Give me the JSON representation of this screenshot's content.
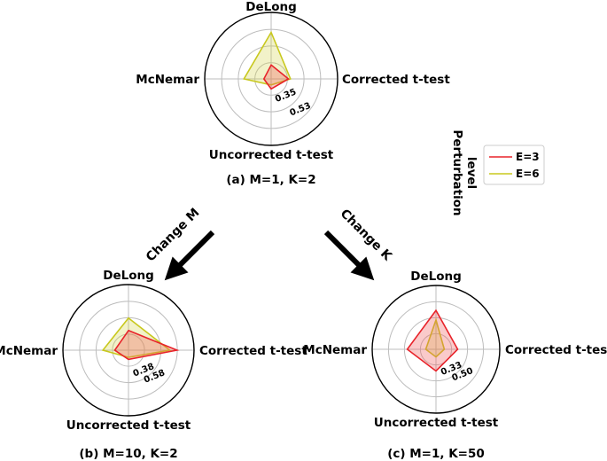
{
  "chart_data": [
    {
      "type": "radar",
      "caption": "(a) M=1, K=2",
      "axes": [
        "DeLong",
        "Corrected t-test",
        "Uncorrected t-test",
        "McNemar"
      ],
      "radial_ticks": [
        "0.35",
        "0.53"
      ],
      "series": [
        {
          "name": "E=3",
          "values": [
            0.21,
            0.26,
            0.15,
            0.11
          ]
        },
        {
          "name": "E=6",
          "values": [
            0.7,
            0.29,
            0.09,
            0.41
          ]
        }
      ]
    },
    {
      "type": "radar",
      "caption": "(b) M=10, K=2",
      "axes": [
        "DeLong",
        "Corrected t-test",
        "Uncorrected t-test",
        "McNemar"
      ],
      "radial_ticks": [
        "0.38",
        "0.58"
      ],
      "series": [
        {
          "name": "E=3",
          "values": [
            0.3,
            0.74,
            0.14,
            0.21
          ]
        },
        {
          "name": "E=6",
          "values": [
            0.49,
            0.63,
            0.11,
            0.39
          ]
        }
      ]
    },
    {
      "type": "radar",
      "caption": "(c) M=1, K=50",
      "axes": [
        "DeLong",
        "Corrected t-test",
        "Uncorrected t-test",
        "McNemar"
      ],
      "radial_ticks": [
        "0.33",
        "0.50"
      ],
      "series": [
        {
          "name": "E=3",
          "values": [
            0.61,
            0.34,
            0.34,
            0.45
          ]
        },
        {
          "name": "E=6",
          "values": [
            0.46,
            0.13,
            0.12,
            0.16
          ]
        }
      ]
    }
  ],
  "legend": {
    "title_lines": [
      "Perturbation",
      "level"
    ],
    "entries": [
      {
        "label": "E=3",
        "color": "#e8232a"
      },
      {
        "label": "E=6",
        "color": "#c8c81e"
      }
    ]
  },
  "arrows": {
    "left_label": "Change M",
    "right_label": "Change K"
  },
  "colors": {
    "E=3": "#e8232a",
    "E=6": "#c8c81e",
    "E=3_fill": "rgba(240,90,90,0.32)",
    "E=6_fill": "rgba(210,210,60,0.28)"
  }
}
